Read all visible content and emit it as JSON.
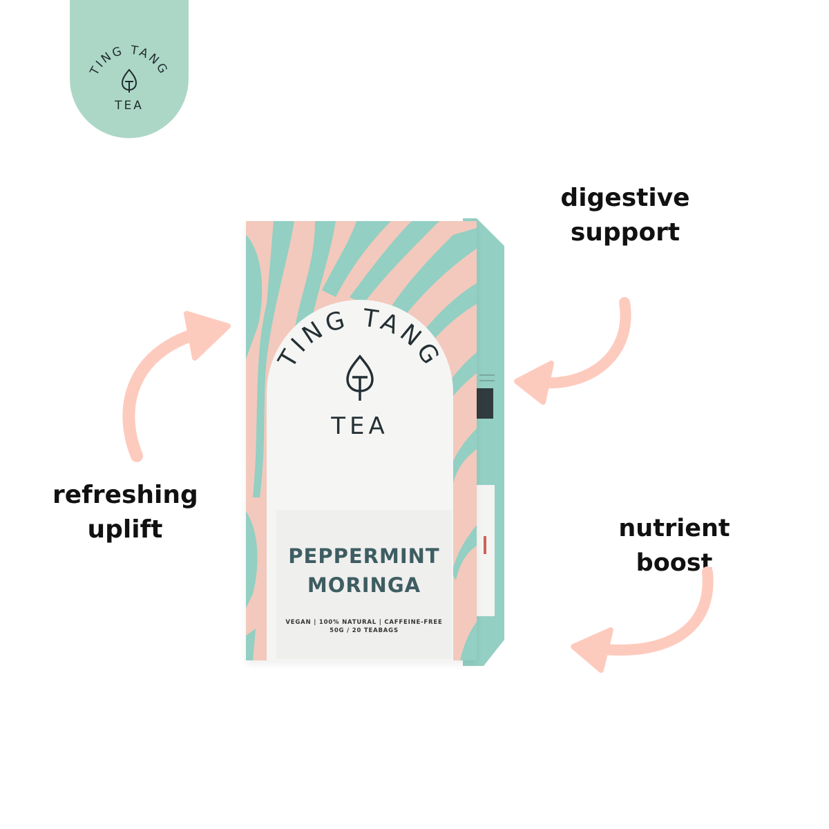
{
  "brand": {
    "logo_top": "TING TANG",
    "logo_bottom": "TEA",
    "logo_icon": "leaf-icon",
    "colors": {
      "mint": "#acd7c7",
      "box_mint": "#93cfc3",
      "peach": "#f2c9bc",
      "arrow": "#fdcbbe",
      "dark_teal": "#3e5d62",
      "text_dark": "#111111"
    }
  },
  "benefits": [
    {
      "label_line1": "digestive",
      "label_line2": "support"
    },
    {
      "label_line1": "refreshing",
      "label_line2": "uplift"
    },
    {
      "label_line1": "nutrient boost"
    }
  ],
  "product": {
    "brand_top": "TING TANG",
    "brand_bottom": "TEA",
    "name_line1": "PEPPERMINT",
    "name_line2": "MORINGA",
    "attributes": "VEGAN | 100% NATURAL | CAFFEINE-FREE",
    "size": "50G / 20 TEABAGS"
  }
}
